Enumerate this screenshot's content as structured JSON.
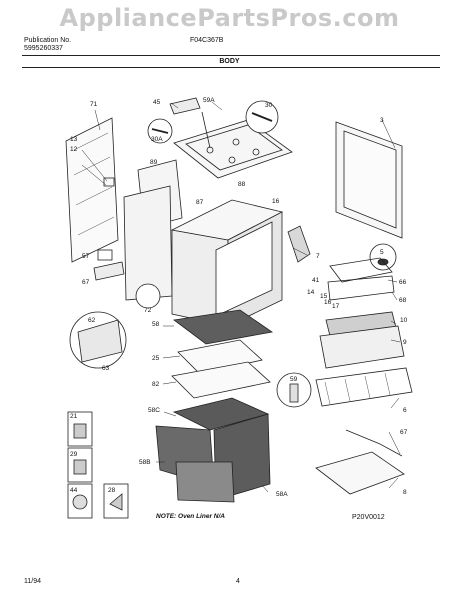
{
  "watermark": "AppliancePartsPros.com",
  "header": {
    "publication_label": "Publication No.",
    "publication_no": "5995260337",
    "model": "F04C367B",
    "section": "BODY"
  },
  "callouts": [
    {
      "id": "c71",
      "label": "71"
    },
    {
      "id": "c45",
      "label": "45"
    },
    {
      "id": "c59a",
      "label": "59A"
    },
    {
      "id": "c30",
      "label": "30"
    },
    {
      "id": "c3",
      "label": "3"
    },
    {
      "id": "c13",
      "label": "13"
    },
    {
      "id": "c12",
      "label": "12"
    },
    {
      "id": "c30a",
      "label": "30A"
    },
    {
      "id": "c89",
      "label": "89"
    },
    {
      "id": "c88",
      "label": "88"
    },
    {
      "id": "c87",
      "label": "87"
    },
    {
      "id": "c16",
      "label": "16"
    },
    {
      "id": "c5",
      "label": "5"
    },
    {
      "id": "c7",
      "label": "7"
    },
    {
      "id": "c57",
      "label": "57"
    },
    {
      "id": "c41",
      "label": "41"
    },
    {
      "id": "c66",
      "label": "66"
    },
    {
      "id": "c67",
      "label": "67"
    },
    {
      "id": "c14",
      "label": "14"
    },
    {
      "id": "c15",
      "label": "15"
    },
    {
      "id": "c17",
      "label": "17"
    },
    {
      "id": "c68",
      "label": "68"
    },
    {
      "id": "c16b",
      "label": "16"
    },
    {
      "id": "c72",
      "label": "72"
    },
    {
      "id": "c62",
      "label": "62"
    },
    {
      "id": "c10",
      "label": "10"
    },
    {
      "id": "c58",
      "label": "58"
    },
    {
      "id": "c9",
      "label": "9"
    },
    {
      "id": "c63",
      "label": "63"
    },
    {
      "id": "c25",
      "label": "25"
    },
    {
      "id": "c82",
      "label": "82"
    },
    {
      "id": "c59",
      "label": "59"
    },
    {
      "id": "c6",
      "label": "6"
    },
    {
      "id": "c58c",
      "label": "58C"
    },
    {
      "id": "c21",
      "label": "21"
    },
    {
      "id": "c67b",
      "label": "67"
    },
    {
      "id": "c58b",
      "label": "58B"
    },
    {
      "id": "c29",
      "label": "29"
    },
    {
      "id": "c8",
      "label": "8"
    },
    {
      "id": "c44",
      "label": "44"
    },
    {
      "id": "c28",
      "label": "28"
    },
    {
      "id": "c58a",
      "label": "58A"
    }
  ],
  "note": "NOTE: Oven Liner N/A",
  "figure_code": "P20V0012",
  "footer": {
    "date": "11/94",
    "page": "4"
  }
}
